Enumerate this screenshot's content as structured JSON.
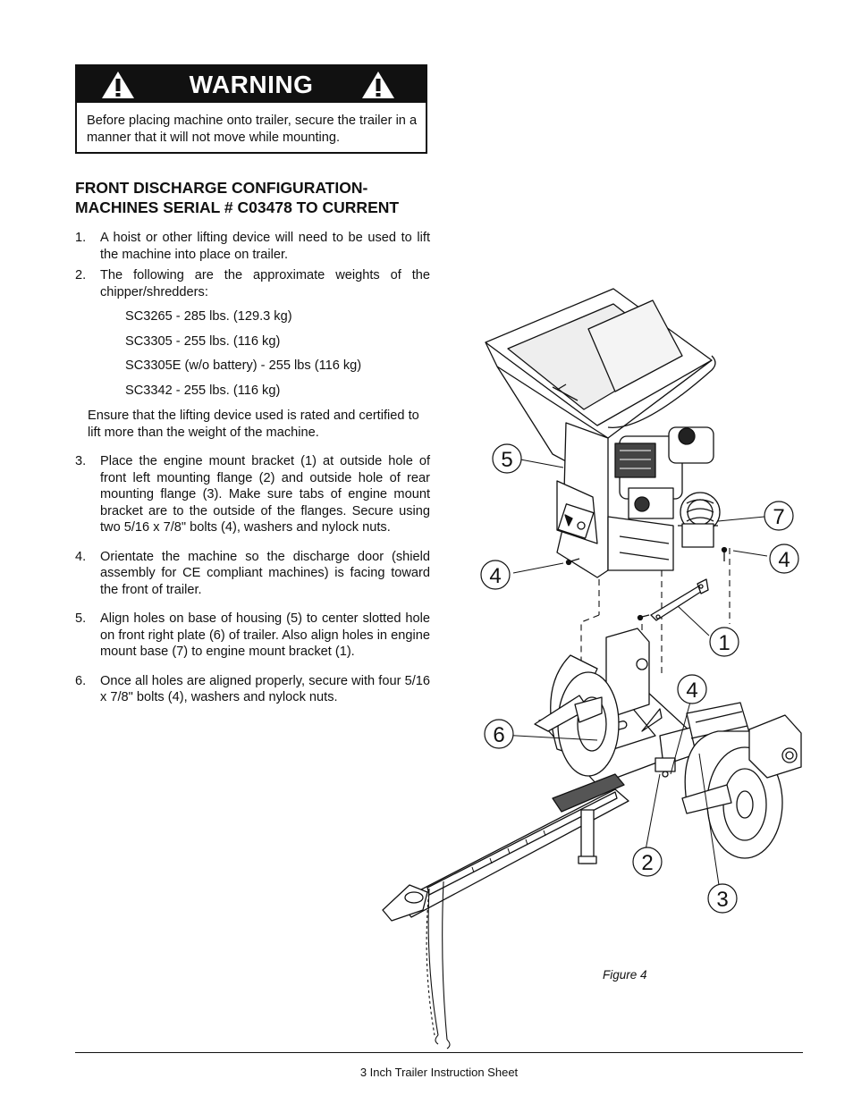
{
  "warning": {
    "title": "WARNING",
    "text": "Before placing machine onto trailer, secure the trailer in a manner that it will not move while mounting."
  },
  "heading": {
    "line1": "FRONT DISCHARGE CONFIGURATION-",
    "line2": "MACHINES SERIAL # C03478 TO CURRENT"
  },
  "steps": [
    {
      "num": "1.",
      "text": "A hoist or other lifting device will need to be used to lift the machine into place on trailer."
    },
    {
      "num": "2.",
      "text": "The following are the approximate weights of the chipper/shredders:"
    },
    {
      "num": "3.",
      "text": "Place the engine mount bracket (1) at outside hole of front left mounting flange (2) and outside hole of rear mounting flange (3). Make sure tabs of engine mount bracket are to the outside of the flanges. Secure using two 5/16 x 7/8\" bolts (4), washers and nylock nuts."
    },
    {
      "num": "4.",
      "text": "Orientate the machine so the discharge door (shield assembly for CE compliant machines) is facing toward the front of trailer."
    },
    {
      "num": "5.",
      "text": "Align holes on base of housing (5) to center slotted hole on front right plate (6) of trailer. Also align holes in engine mount base (7) to engine mount bracket (1)."
    },
    {
      "num": "6.",
      "text": "Once all holes are aligned properly, secure with four 5/16 x 7/8\" bolts (4), washers and nylock nuts."
    }
  ],
  "weights": [
    "SC3265 - 285 lbs. (129.3 kg)",
    "SC3305 - 255 lbs. (116 kg)",
    "SC3305E (w/o battery) - 255 lbs (116 kg)",
    "SC3342 - 255 lbs. (116 kg)"
  ],
  "lifting_note": "Ensure that the lifting device used is rated and certified to lift more than the weight of the machine.",
  "figure": {
    "caption": "Figure 4",
    "callouts": [
      "5",
      "7",
      "4",
      "4",
      "1",
      "4",
      "6",
      "2",
      "3"
    ]
  },
  "footer": "3 Inch Trailer Instruction Sheet",
  "colors": {
    "ink": "#111111",
    "paper": "#ffffff"
  }
}
